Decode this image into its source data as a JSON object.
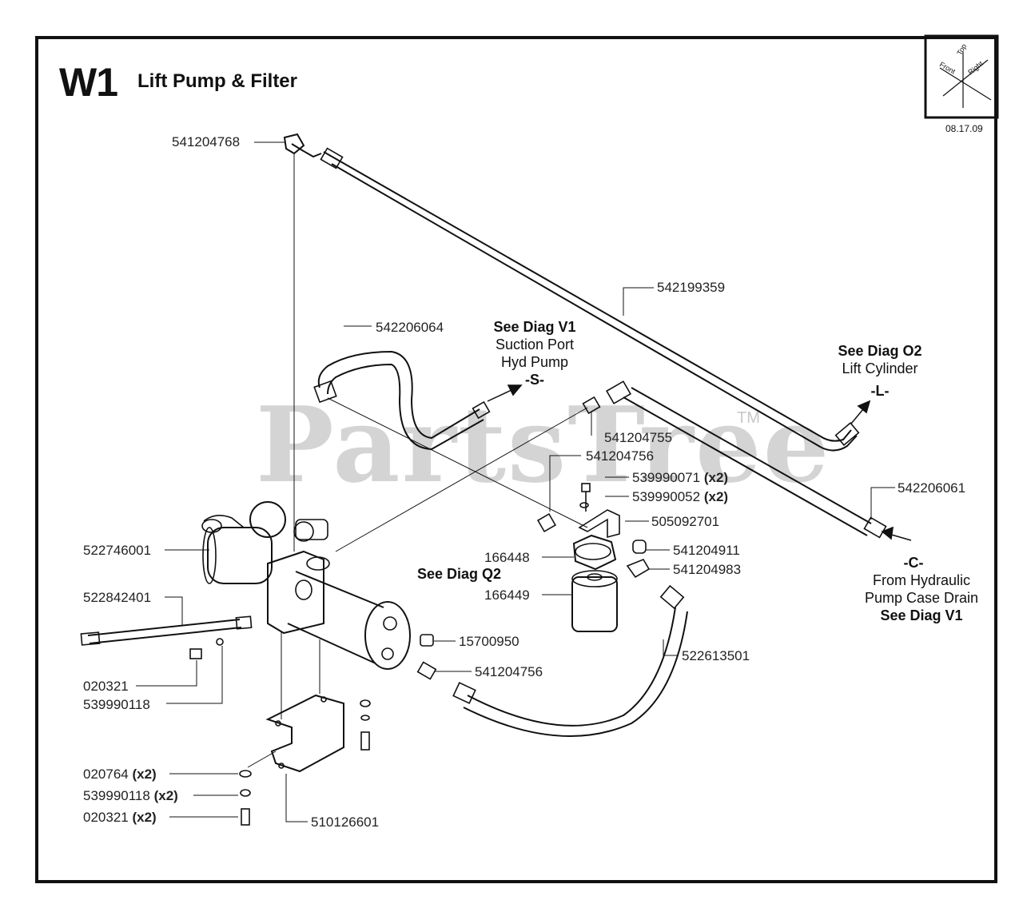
{
  "header": {
    "code": "W1",
    "title": "Lift Pump & Filter",
    "date": "08.17.09"
  },
  "orientation": {
    "top": "Top",
    "front": "Front",
    "right": "Right"
  },
  "watermark": {
    "text": "PartsTree",
    "tm": "TM"
  },
  "parts": {
    "p541204768": "541204768",
    "p542199359": "542199359",
    "p542206064": "542206064",
    "p541204755": "541204755",
    "p541204756a": "541204756",
    "p539990071": "539990071",
    "p539990052": "539990052",
    "p505092701": "505092701",
    "p541204911": "541204911",
    "p541204983": "541204983",
    "p166448": "166448",
    "p166449": "166449",
    "p522746001": "522746001",
    "p522842401": "522842401",
    "p15700950": "15700950",
    "p541204756b": "541204756",
    "p522613501": "522613501",
    "p020321a": "020321",
    "p539990118a": "539990118",
    "p020764": "020764",
    "p539990118b": "539990118",
    "p020321b": "020321",
    "p510126601": "510126601",
    "p542206061": "542206061"
  },
  "quantities": {
    "x2": "(x2)"
  },
  "callouts": {
    "v1_suction": {
      "see": "See Diag V1",
      "line1": "Suction Port",
      "line2": "Hyd Pump",
      "mark": "-S-"
    },
    "o2_lift": {
      "see": "See Diag O2",
      "line1": "Lift Cylinder",
      "mark": "-L-"
    },
    "c_drain": {
      "mark": "-C-",
      "line1": "From Hydraulic",
      "line2": "Pump Case Drain",
      "see": "See Diag V1"
    },
    "q2": {
      "see": "See Diag Q2"
    }
  }
}
